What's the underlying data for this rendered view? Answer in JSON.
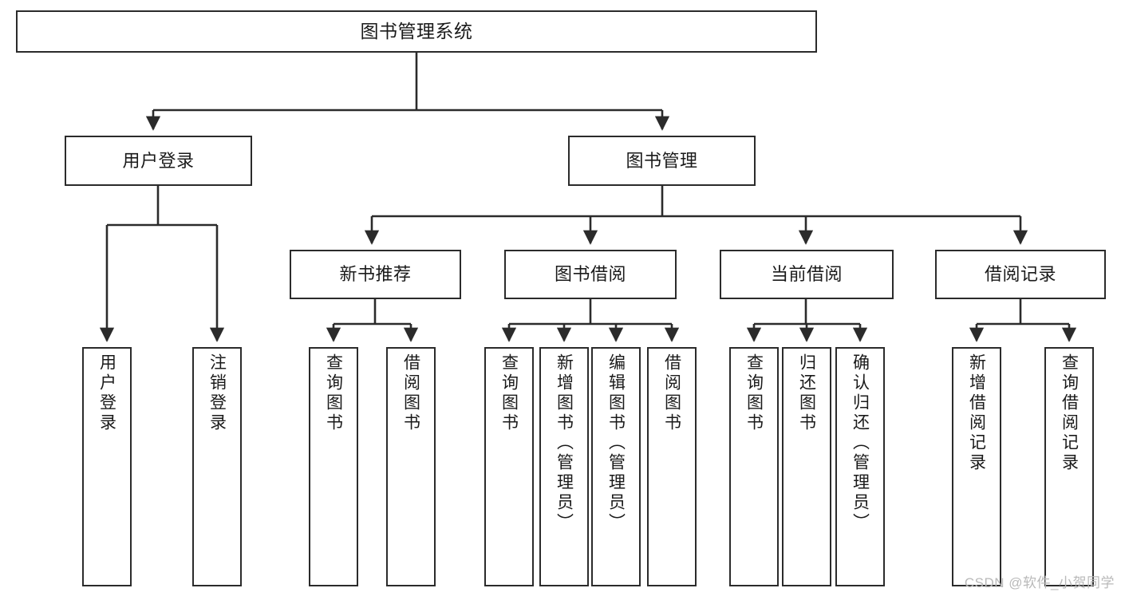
{
  "diagram": {
    "title": "图书管理系统",
    "type": "hierarchy-tree",
    "colors": {
      "background": "#ffffff",
      "node_border": "#2b2b2b",
      "node_fill": "#ffffff",
      "text": "#1a1a1a",
      "edge": "#2b2b2b",
      "watermark": "#b9b9b9"
    },
    "root": {
      "label": "图书管理系统"
    },
    "level2": [
      {
        "label": "用户登录"
      },
      {
        "label": "图书管理"
      }
    ],
    "level3": [
      {
        "label": "新书推荐"
      },
      {
        "label": "图书借阅"
      },
      {
        "label": "当前借阅"
      },
      {
        "label": "借阅记录"
      }
    ],
    "leaves": {
      "user_login": [
        {
          "label": "用户登录"
        },
        {
          "label": "注销登录"
        }
      ],
      "new_book": [
        {
          "label": "查询图书"
        },
        {
          "label": "借阅图书"
        }
      ],
      "book_borrow": [
        {
          "label": "查询图书"
        },
        {
          "label": "新增图书（管理员）"
        },
        {
          "label": "编辑图书（管理员）"
        },
        {
          "label": "借阅图书"
        }
      ],
      "current_borrow": [
        {
          "label": "查询图书"
        },
        {
          "label": "归还图书"
        },
        {
          "label": "确认归还（管理员）"
        }
      ],
      "borrow_record": [
        {
          "label": "新增借阅记录"
        },
        {
          "label": "查询借阅记录"
        }
      ]
    },
    "watermark": "CSDN @软件_小贺同学"
  }
}
